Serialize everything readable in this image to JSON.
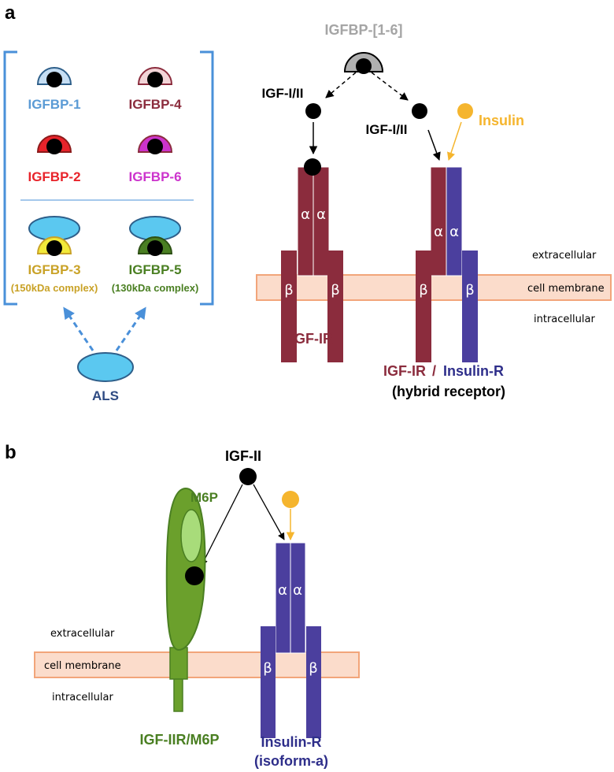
{
  "panel_a": {
    "label": "a",
    "igfbp_family": "IGFBP-[1-6]",
    "igfbp1": "IGFBP-1",
    "igfbp2": "IGFBP-2",
    "igfbp3": "IGFBP-3",
    "igfbp3_note": "(150kDa complex)",
    "igfbp4": "IGFBP-4",
    "igfbp5": "IGFBP-5",
    "igfbp5_note": "(130kDa complex)",
    "igfbp6": "IGFBP-6",
    "als": "ALS",
    "igf_left": "IGF-I/II",
    "igf_right": "IGF-I/II",
    "insulin": "Insulin",
    "alpha": "α",
    "beta": "β",
    "extracellular": "extracellular",
    "cell_membrane": "cell membrane",
    "intracellular": "intracellular",
    "igf1r": "IGF-IR",
    "hybrid_igf": "IGF-IR",
    "hybrid_slash": "/",
    "hybrid_ins": "Insulin-R",
    "hybrid_note": "(hybrid receptor)"
  },
  "panel_b": {
    "label": "b",
    "igf2": "IGF-II",
    "m6p": "M6P",
    "alpha": "α",
    "beta": "β",
    "extracellular": "extracellular",
    "cell_membrane": "cell membrane",
    "intracellular": "intracellular",
    "igf2r": "IGF-IIR/M6P",
    "insulin_r": "Insulin-R",
    "isoform": "(isoform-a)"
  },
  "colors": {
    "igfbp1": "#5b9bd5",
    "igfbp2": "#e8232a",
    "igfbp3": "#c9a227",
    "igfbp4": "#8b2c3d",
    "igfbp5": "#4a7f22",
    "igfbp6": "#cc33cc",
    "igf_receptor": "#8b2c3d",
    "insulin_receptor": "#4b3f9e",
    "insulin": "#f5b52e",
    "membrane_fill": "#fbdccb",
    "membrane_border": "#f2a57a",
    "als": "#5bc8f0",
    "igf2r": "#6ba02c",
    "bracket": "#4a90d9",
    "grey_bp": "#a5a5a5"
  }
}
